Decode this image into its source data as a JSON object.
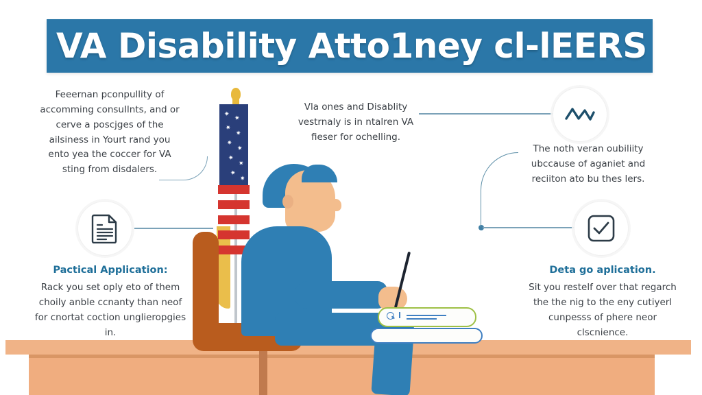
{
  "header": {
    "title": "VA Disability Atto1ney cl-lEERS",
    "bar_color": "#2b77a8",
    "title_color": "#ffffff"
  },
  "blocks": {
    "top_left": {
      "body": "Feeernan pconpullity of accomming consuIlnts, and or cerve a poscjges of the ailsiness in Yourt rand you ento yea the coccer for VA sting from disdalers."
    },
    "top_right": {
      "body": "Vla ones and Disablity vestrnaly is in ntalren VA fieser for ochelling."
    },
    "mid_right": {
      "body": "The noth veran oubiliity ubccause of aganiet and reciiton ato bu thes lers."
    },
    "bottom_left": {
      "heading": "Pactical Application:",
      "body": "Rack you set oply eto of them choily anble ccnanty than neof for cnortat coction unglieropgies in."
    },
    "bottom_right": {
      "heading": "Deta go aplication.",
      "body": "Sit you restelf over that regarch the the nig to the eny cutiyerl cunpesss of phere neor clscnience."
    }
  },
  "icons": {
    "document": "document-icon",
    "wave": "zigzag-line-icon",
    "check": "checkbox-check-icon"
  },
  "colors": {
    "accent_blue": "#2b77a8",
    "heading_blue": "#1f6f99",
    "body_gray": "#3b4046",
    "connector": "#7ba2b8",
    "suit_blue": "#2f7fb4",
    "skin": "#f3bd8d",
    "desk_peach": "#f0ad7f",
    "chair_brown": "#b95c1e",
    "flag_red": "#d5352f",
    "flag_navy": "#2a3f7a",
    "flag_gold": "#e8b93c",
    "book_green": "#9ec045",
    "book_blue": "#3f7fc2",
    "icon_dark": "#2c3b47",
    "background": "#ffffff"
  },
  "scene": {
    "subject": "seated-attorney-writing",
    "flag": "american-flag",
    "desk": "office-desk",
    "chair": "office-chair",
    "books": "stacked-books"
  }
}
